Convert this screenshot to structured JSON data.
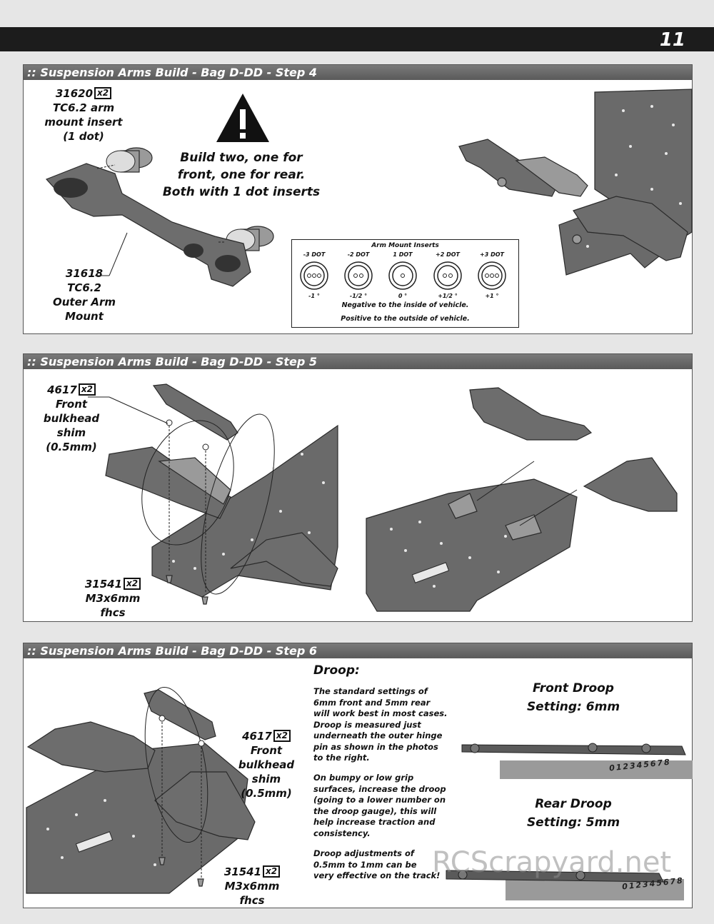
{
  "page_number": "11",
  "step4": {
    "title": ":: Suspension Arms Build - Bag D-DD - Step 4",
    "insert_part": "31620",
    "insert_qty": "x2",
    "insert_desc": [
      "TC6.2 arm",
      "mount insert",
      "(1 dot)"
    ],
    "outer_part": "31618",
    "outer_desc": [
      "TC6.2",
      "Outer Arm",
      "Mount"
    ],
    "warning": [
      "Build two, one for",
      "front, one for rear.",
      "Both with 1 dot inserts"
    ],
    "inserts_table": {
      "title": "Arm Mount Inserts",
      "items": [
        {
          "top": "-3 DOT",
          "bottom": "-1 °"
        },
        {
          "top": "-2 DOT",
          "bottom": "-1/2 °"
        },
        {
          "top": "1 DOT",
          "bottom": "0 °"
        },
        {
          "top": "+2 DOT",
          "bottom": "+1/2 °"
        },
        {
          "top": "+3 DOT",
          "bottom": "+1 °"
        }
      ],
      "note1": "Negative to the inside of vehicle.",
      "note2": "Positive to the outside of vehicle."
    }
  },
  "step5": {
    "title": ":: Suspension Arms Build - Bag D-DD - Step 5",
    "shim_part": "4617",
    "shim_qty": "x2",
    "shim_desc": [
      "Front",
      "bulkhead",
      "shim",
      "(0.5mm)"
    ],
    "screw_part": "31541",
    "screw_qty": "x2",
    "screw_desc": [
      "M3x6mm",
      "fhcs"
    ]
  },
  "step6": {
    "title": ":: Suspension Arms Build - Bag D-DD - Step 6",
    "shim_part": "4617",
    "shim_qty": "x2",
    "shim_desc": [
      "Front",
      "bulkhead",
      "shim",
      "(0.5mm)"
    ],
    "screw_part": "31541",
    "screw_qty": "x2",
    "screw_desc": [
      "M3x6mm",
      "fhcs"
    ],
    "droop_heading": "Droop:",
    "droop_p1": [
      "The standard settings of",
      "6mm front and 5mm rear",
      "will work best in most cases.",
      "Droop is measured just",
      "underneath the outer hinge",
      "pin as shown in the photos",
      "to the right."
    ],
    "droop_p2": [
      "On bumpy or low grip",
      "surfaces, increase the droop",
      "(going to a lower number on",
      "the droop gauge), this will",
      "help increase traction and",
      "consistency."
    ],
    "droop_p3": [
      "Droop adjustments of",
      "0.5mm to 1mm can be",
      "very effective on the track!"
    ],
    "front_droop": [
      "Front Droop",
      "Setting: 6mm"
    ],
    "rear_droop": [
      "Rear Droop",
      "Setting: 5mm"
    ],
    "gauge_numbers": "012345678"
  },
  "watermark": "RCScrapyard.net"
}
